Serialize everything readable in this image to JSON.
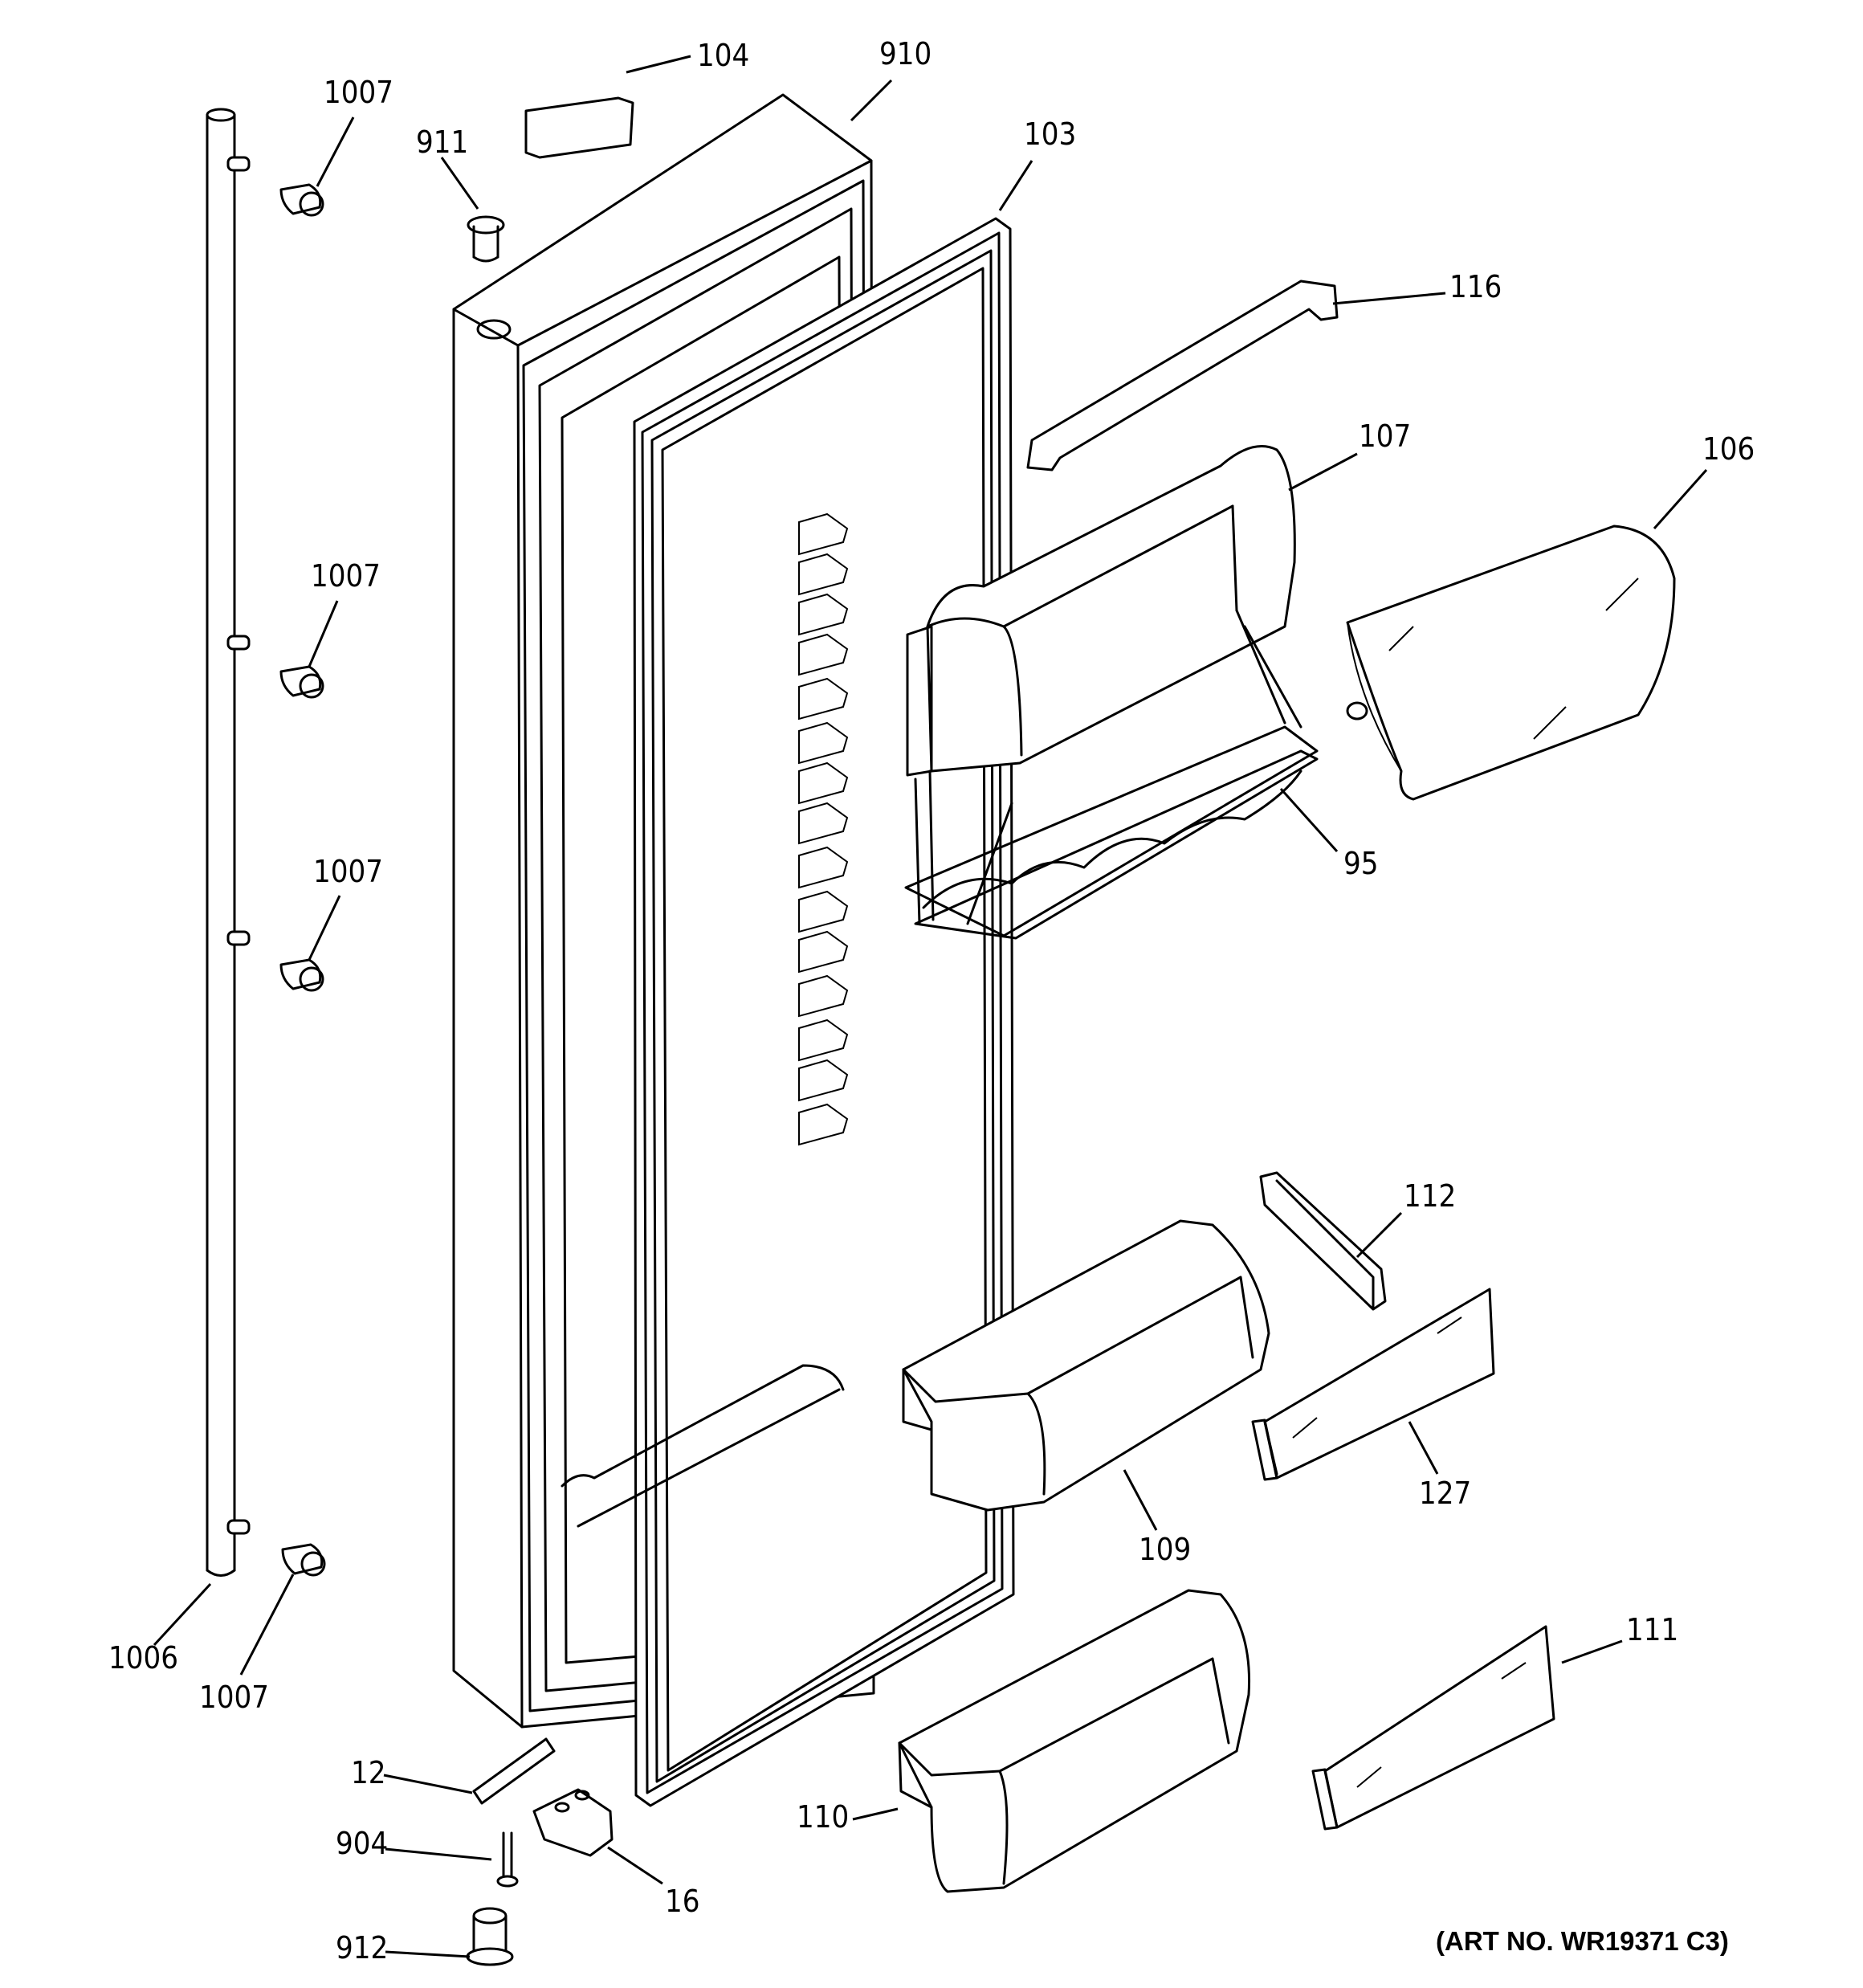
{
  "callouts": {
    "c1007a": "1007",
    "c911": "911",
    "c104": "104",
    "c910": "910",
    "c103": "103",
    "c116": "116",
    "c107": "107",
    "c106": "106",
    "c1007b": "1007",
    "c95": "95",
    "c1007c": "1007",
    "c112": "112",
    "c127": "127",
    "c109": "109",
    "c1006": "1006",
    "c1007d": "1007",
    "c12": "12",
    "c111": "111",
    "c904": "904",
    "c110": "110",
    "c16": "16",
    "c912": "912"
  },
  "art_number": "(ART NO. WR19371 C3)"
}
